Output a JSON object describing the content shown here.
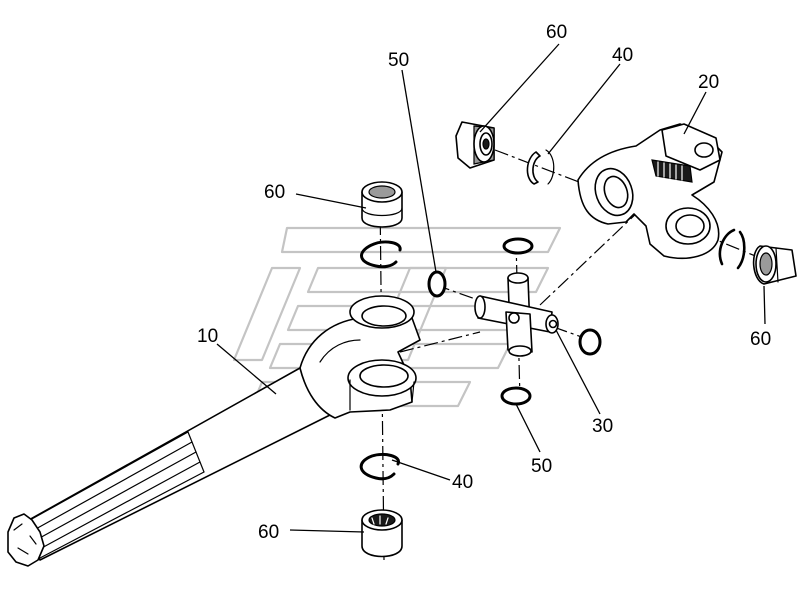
{
  "callouts": [
    {
      "id": "c60-a",
      "text": "60"
    },
    {
      "id": "c40-a",
      "text": "40"
    },
    {
      "id": "c20",
      "text": "20"
    },
    {
      "id": "c50-a",
      "text": "50"
    },
    {
      "id": "c60-b",
      "text": "60"
    },
    {
      "id": "c10",
      "text": "10"
    },
    {
      "id": "c60-c",
      "text": "60"
    },
    {
      "id": "c30",
      "text": "30"
    },
    {
      "id": "c50-b",
      "text": "50"
    },
    {
      "id": "c40-b",
      "text": "40"
    },
    {
      "id": "c60-d",
      "text": "60"
    }
  ],
  "colors": {
    "line": "#000000",
    "background": "#ffffff",
    "watermark": "#c4c4c4"
  }
}
